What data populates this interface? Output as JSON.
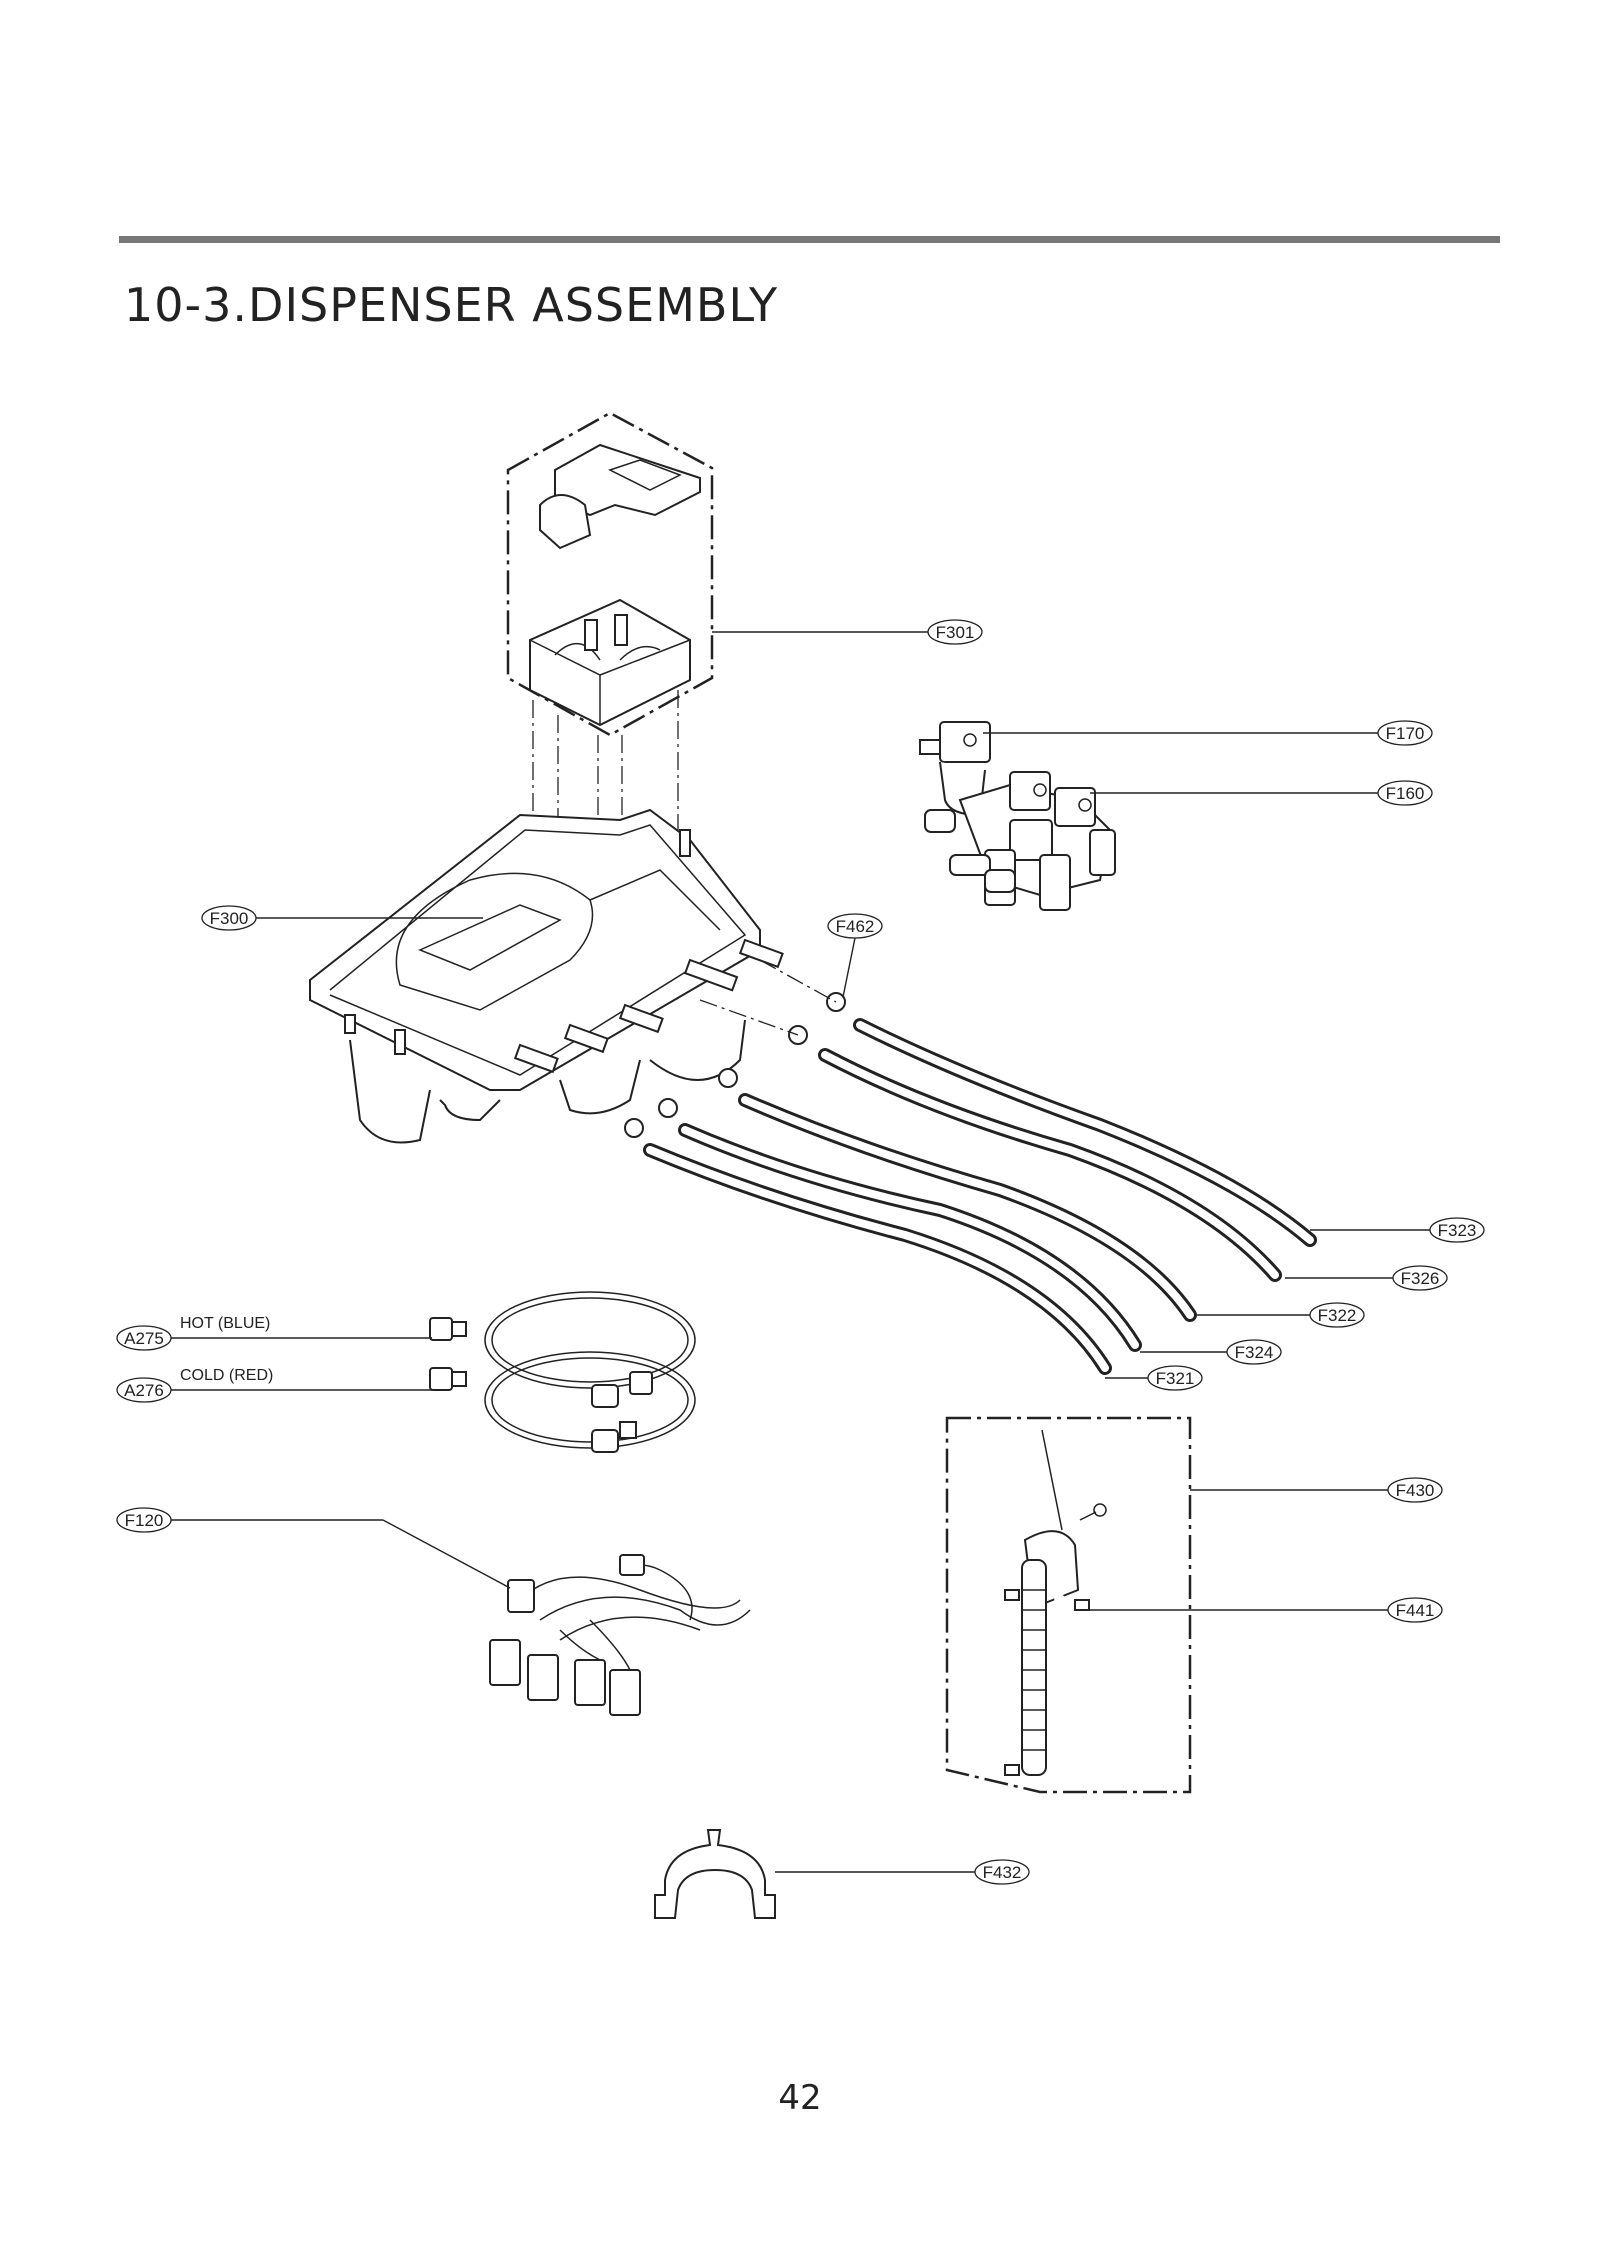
{
  "title": "10-3.DISPENSER ASSEMBLY",
  "page_number": "42",
  "callouts": {
    "F301": "F301",
    "F170": "F170",
    "F160": "F160",
    "F300": "F300",
    "F462": "F462",
    "F323": "F323",
    "F326": "F326",
    "F322": "F322",
    "F324": "F324",
    "F321": "F321",
    "A275": "A275",
    "A276": "A276",
    "F120": "F120",
    "F430": "F430",
    "F441": "F441",
    "F432": "F432"
  },
  "notes": {
    "hot": "HOT (BLUE)",
    "cold": "COLD (RED)"
  }
}
